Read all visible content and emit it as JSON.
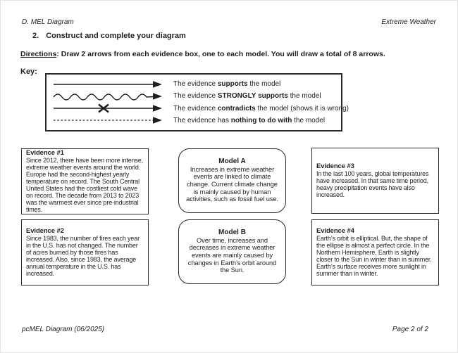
{
  "header": {
    "left": "D. MEL Diagram",
    "right": "Extreme Weather"
  },
  "heading": {
    "number": "2.",
    "text": "Construct and complete your diagram"
  },
  "directions": {
    "label": "Directions",
    "text": ": Draw 2 arrows from each evidence box, one to each model. You will draw a total of 8 arrows."
  },
  "key": {
    "label": "Key:",
    "rows": [
      {
        "arrow": "solid-arrow",
        "pre": "The evidence ",
        "bold": "supports",
        "post": " the model"
      },
      {
        "arrow": "wavy-arrow",
        "pre": "The evidence ",
        "bold": "STRONGLY supports",
        "post": " the model"
      },
      {
        "arrow": "x-arrow",
        "pre": "The evidence ",
        "bold": "contradicts",
        "post": " the model (shows it is wrong)"
      },
      {
        "arrow": "dashed-arrow",
        "pre": "The evidence has ",
        "bold": "nothing to do with",
        "post": " the model"
      }
    ]
  },
  "boxes": {
    "evidence1": {
      "title": "Evidence #1",
      "body": "Since 2012, there have been more intense, extreme weather events around the world. Europe had the second-highest yearly temperature on record. The South Central United States had the costliest cold wave on record. The decade from 2013 to 2023 was the warmest ever since pre-industrial times."
    },
    "evidence2": {
      "title": "Evidence #2",
      "body": "Since 1983, the number of fires each year in the U.S. has not changed. The number of acres burned by those fires has increased. Also, since 1983, the average annual temperature in the U.S. has increased."
    },
    "evidence3": {
      "title": "Evidence #3",
      "body": "In the last 100 years, global temperatures have increased. In that same time period, heavy precipitation events have also increased."
    },
    "evidence4": {
      "title": "Evidence #4",
      "body": "Earth’s orbit is elliptical. But, the shape of the ellipse is almost a perfect circle. In the Northern Hemisphere, Earth is slightly closer to the Sun in winter than in summer. Earth’s surface receives more sunlight in summer than in winter."
    },
    "model_a": {
      "title": "Model A",
      "body": "Increases in extreme weather events are linked to climate change. Current climate change is mainly caused by human activities, such as fossil fuel use."
    },
    "model_b": {
      "title": "Model B",
      "body": "Over time, increases and decreases in extreme weather events are mainly caused by changes in Earth’s orbit around the Sun."
    }
  },
  "footer": {
    "left": "pcMEL Diagram (06/2025)",
    "right": "Page 2 of 2"
  },
  "colors": {
    "ink": "#1f1f1f",
    "border": "#2a2a2a",
    "page": "#ffffff"
  }
}
